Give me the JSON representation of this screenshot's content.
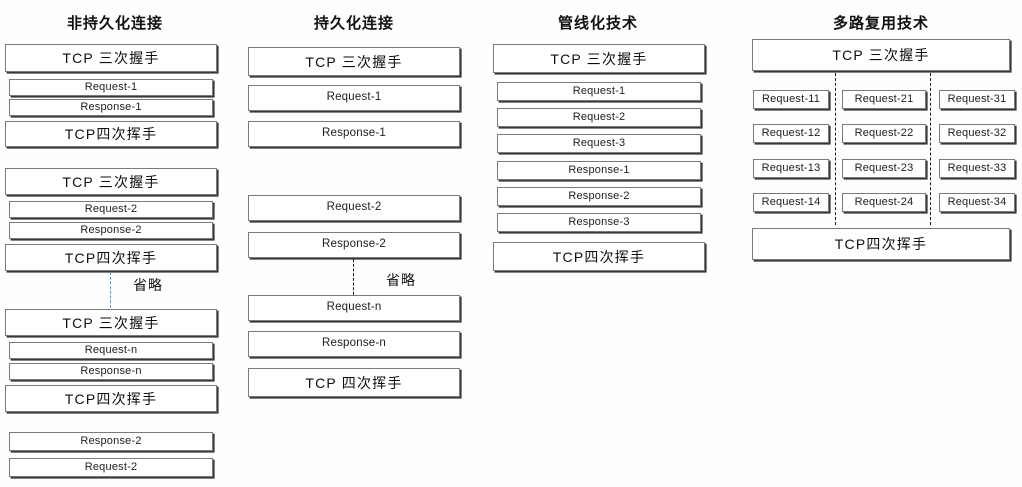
{
  "diagram": {
    "background": "#fdfefe",
    "box_border_color": "#7a7a7a",
    "dash_blue": "#5b9bd5",
    "dash_dark": "#1a1a1a",
    "columns": [
      {
        "id": "non-persistent",
        "title": "非持久化连接",
        "omit_label": "省略",
        "boxes": [
          "TCP 三次握手",
          "Request-1",
          "Response-1",
          "TCP四次挥手",
          "TCP 三次握手",
          "Request-2",
          "Response-2",
          "TCP四次挥手",
          "TCP 三次握手",
          "Request-n",
          "Response-n",
          "TCP四次挥手",
          "Response-2",
          "Request-2"
        ]
      },
      {
        "id": "persistent",
        "title": "持久化连接",
        "omit_label": "省略",
        "boxes": [
          "TCP 三次握手",
          "Request-1",
          "Response-1",
          "Request-2",
          "Response-2",
          "Request-n",
          "Response-n",
          "TCP 四次挥手"
        ]
      },
      {
        "id": "pipelining",
        "title": "管线化技术",
        "boxes": [
          "TCP 三次握手",
          "Request-1",
          "Request-2",
          "Request-3",
          "Response-1",
          "Response-2",
          "Response-3",
          "TCP四次挥手"
        ]
      },
      {
        "id": "multiplexing",
        "title": "多路复用技术",
        "header_box": "TCP 三次握手",
        "footer_box": "TCP四次挥手",
        "streams": [
          [
            "Request-11",
            "Request-12",
            "Request-13",
            "Request-14"
          ],
          [
            "Request-21",
            "Request-22",
            "Request-23",
            "Request-24"
          ],
          [
            "Request-31",
            "Request-32",
            "Request-33",
            "Request-34"
          ]
        ]
      }
    ]
  }
}
